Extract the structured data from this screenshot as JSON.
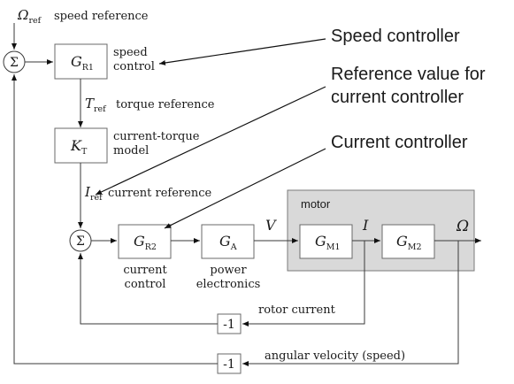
{
  "inputs": {
    "omega_ref_sym": "Ω",
    "omega_ref_sub": "ref",
    "omega_ref_label": "speed reference"
  },
  "sum_symbol": "Σ",
  "blocks": {
    "gr1": {
      "sym": "G",
      "sub": "R1",
      "label_lines": [
        "speed",
        "control"
      ]
    },
    "kt": {
      "sym": "K",
      "sub": "T",
      "label_lines": [
        "current-torque",
        "model"
      ]
    },
    "gr2": {
      "sym": "G",
      "sub": "R2",
      "label_lines": [
        "current",
        "control"
      ]
    },
    "ga": {
      "sym": "G",
      "sub": "A",
      "label_lines": [
        "power",
        "electronics"
      ]
    },
    "gm1": {
      "sym": "G",
      "sub": "M1"
    },
    "gm2": {
      "sym": "G",
      "sub": "M2"
    }
  },
  "signals": {
    "t_ref_sym": "T",
    "t_ref_sub": "ref",
    "t_ref_label": "torque reference",
    "i_ref_sym": "I",
    "i_ref_sub": "ref",
    "i_ref_label": "current reference",
    "v": "V",
    "i": "I",
    "omega": "Ω"
  },
  "motor_label": "motor",
  "feedback": {
    "rotor_gain": "-1",
    "rotor_label": "rotor current",
    "speed_gain": "-1",
    "speed_label": "angular velocity (speed)"
  },
  "callouts": {
    "speed_controller": "Speed controller",
    "reference_line1": "Reference value for",
    "reference_line2": "current controller",
    "current_controller": "Current controller"
  }
}
